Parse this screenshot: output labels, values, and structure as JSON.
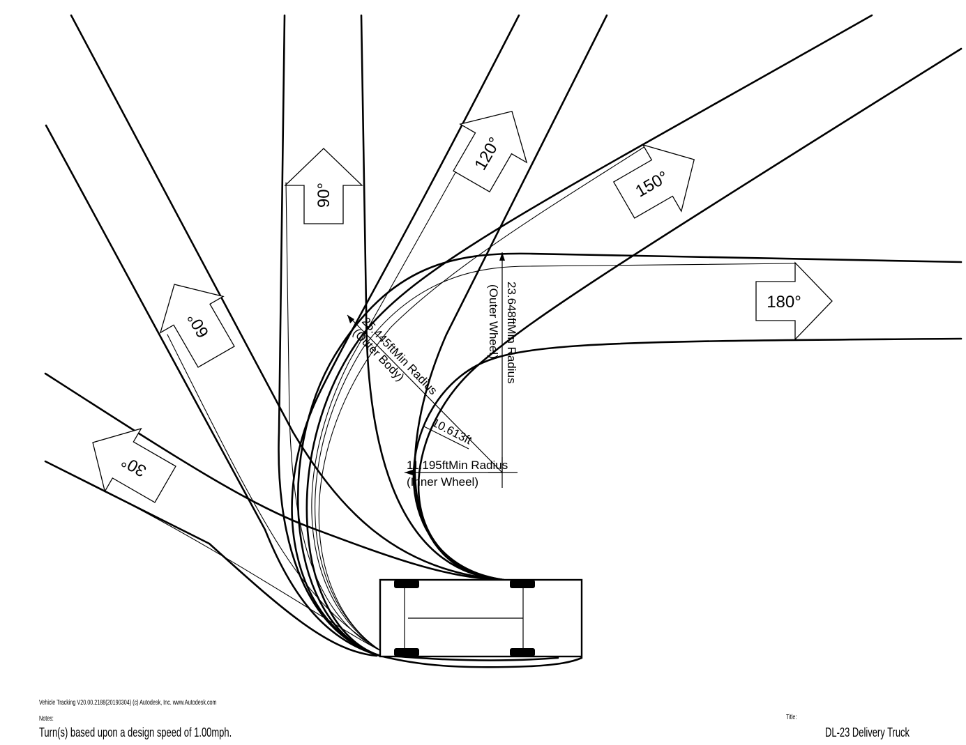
{
  "turns": [
    {
      "angle_label": "30°"
    },
    {
      "angle_label": "60°"
    },
    {
      "angle_label": "90°"
    },
    {
      "angle_label": "120°"
    },
    {
      "angle_label": "150°"
    },
    {
      "angle_label": "180°"
    }
  ],
  "dimensions": {
    "outer_body_radius": "25.445ftMin Radius",
    "outer_body_note": "(Outer Body)",
    "outer_wheel_radius": "23.648ftMin Radius",
    "outer_wheel_note": "(Outer Wheel)",
    "inner_wheel_radius": "11.195ftMin Radius",
    "inner_wheel_note": "(Inner Wheel)",
    "offset": "10.613ft"
  },
  "footer": {
    "credit": "Vehicle Tracking V20.00.2188(20190304) (c) Autodesk, Inc. www.Autodesk.com",
    "notes_label": "Notes:",
    "notes_text": "Turn(s) based upon a design speed of 1.00mph.",
    "title_label": "Title:",
    "title_text": "DL-23 Delivery Truck"
  }
}
